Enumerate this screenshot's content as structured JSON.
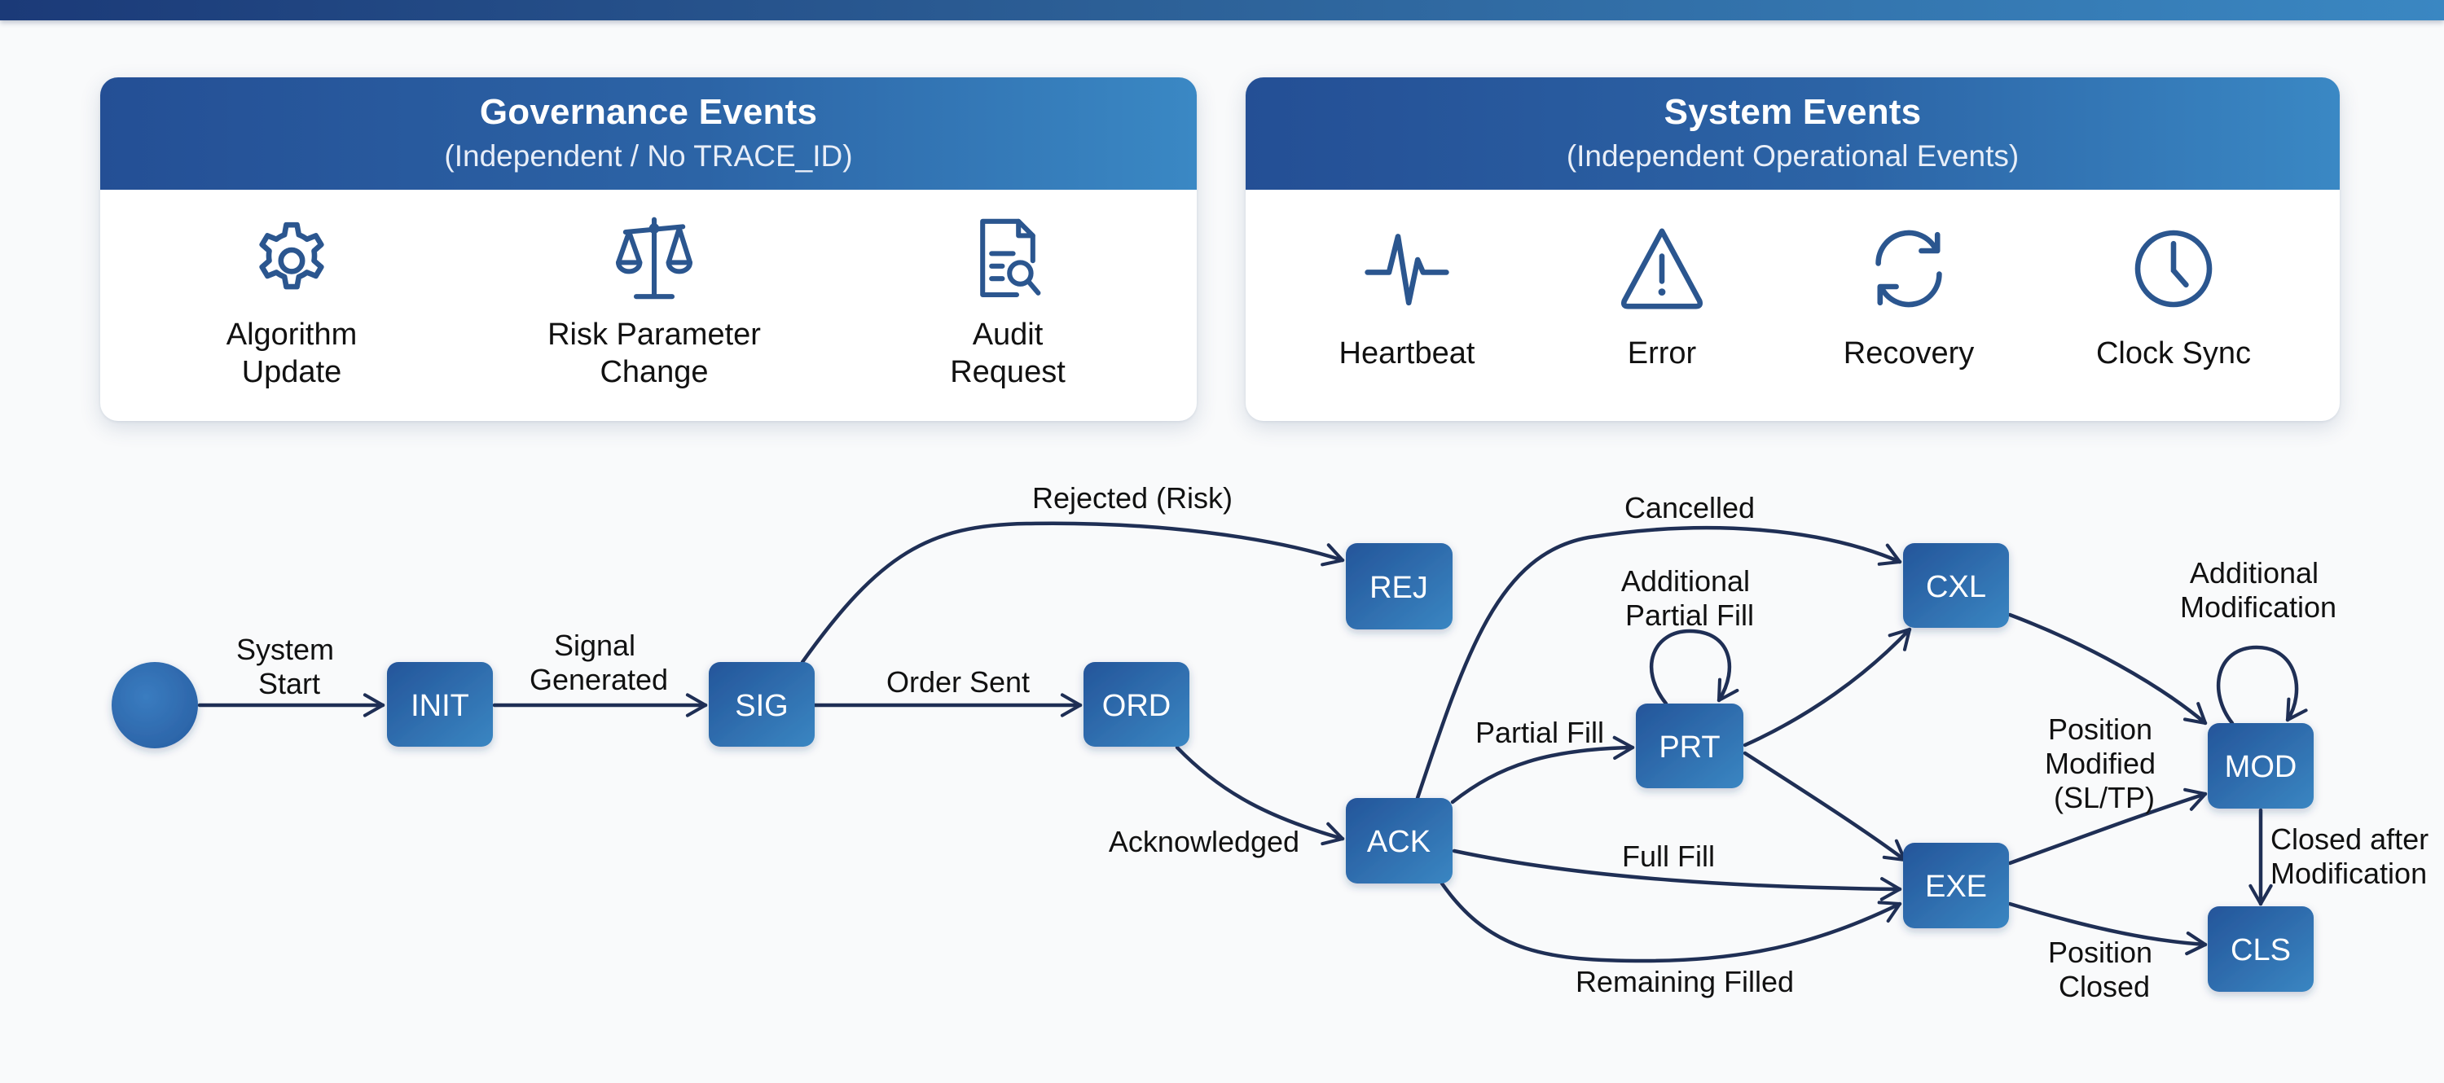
{
  "colors": {
    "accent_dark": "#244f95",
    "accent_light": "#3a88c4",
    "node_fill": "#2c64a6",
    "edge": "#1f2f55",
    "icon": "#2b568f"
  },
  "panels": {
    "governance": {
      "title": "Governance Events",
      "subtitle": "(Independent / No TRACE_ID)",
      "items": [
        {
          "icon": "gear-icon",
          "line1": "Algorithm",
          "line2": "Update"
        },
        {
          "icon": "scales-icon",
          "line1": "Risk Parameter",
          "line2": "Change"
        },
        {
          "icon": "document-search-icon",
          "line1": "Audit",
          "line2": "Request"
        }
      ]
    },
    "system": {
      "title": "System Events",
      "subtitle": "(Independent Operational Events)",
      "items": [
        {
          "icon": "heartbeat-icon",
          "label": "Heartbeat"
        },
        {
          "icon": "warning-icon",
          "label": "Error"
        },
        {
          "icon": "refresh-icon",
          "label": "Recovery"
        },
        {
          "icon": "clock-icon",
          "label": "Clock Sync"
        }
      ]
    }
  },
  "diagram": {
    "nodes": {
      "start": {
        "label": ""
      },
      "init": {
        "label": "INIT"
      },
      "sig": {
        "label": "SIG"
      },
      "ord": {
        "label": "ORD"
      },
      "rej": {
        "label": "REJ"
      },
      "ack": {
        "label": "ACK"
      },
      "prt": {
        "label": "PRT"
      },
      "cxl": {
        "label": "CXL"
      },
      "exe": {
        "label": "EXE"
      },
      "mod": {
        "label": "MOD"
      },
      "cls": {
        "label": "CLS"
      }
    },
    "edges": {
      "system_start": {
        "from": "start",
        "to": "init",
        "line1": "System",
        "line2": "Start"
      },
      "signal_generated": {
        "from": "init",
        "to": "sig",
        "line1": "Signal",
        "line2": "Generated"
      },
      "order_sent": {
        "from": "sig",
        "to": "ord",
        "label": "Order Sent"
      },
      "rejected_risk": {
        "from": "sig",
        "to": "rej",
        "label": "Rejected (Risk)"
      },
      "acknowledged": {
        "from": "ord",
        "to": "ack",
        "label": "Acknowledged"
      },
      "cancelled": {
        "from": "ack",
        "to": "cxl",
        "label": "Cancelled"
      },
      "partial_fill": {
        "from": "ack",
        "to": "prt",
        "label": "Partial Fill"
      },
      "additional_partial_fill": {
        "from": "prt",
        "to": "prt",
        "line1": "Additional",
        "line2": "Partial Fill"
      },
      "prt_to_cxl": {
        "from": "prt",
        "to": "cxl",
        "label": ""
      },
      "prt_to_exe": {
        "from": "prt",
        "to": "exe",
        "label": ""
      },
      "full_fill": {
        "from": "ack",
        "to": "exe",
        "label": "Full Fill"
      },
      "remaining_filled": {
        "from": "ack",
        "to": "exe",
        "label": "Remaining Filled"
      },
      "cxl_to_mod": {
        "from": "cxl",
        "to": "mod",
        "label": ""
      },
      "position_modified": {
        "from": "exe",
        "to": "mod",
        "line1": "Position",
        "line2": "Modified",
        "line3": "(SL/TP)"
      },
      "additional_modification": {
        "from": "mod",
        "to": "mod",
        "line1": "Additional",
        "line2": "Modification"
      },
      "closed_after_modification": {
        "from": "mod",
        "to": "cls",
        "line1": "Closed after",
        "line2": "Modification"
      },
      "position_closed": {
        "from": "exe",
        "to": "cls",
        "line1": "Position",
        "line2": "Closed"
      }
    }
  }
}
